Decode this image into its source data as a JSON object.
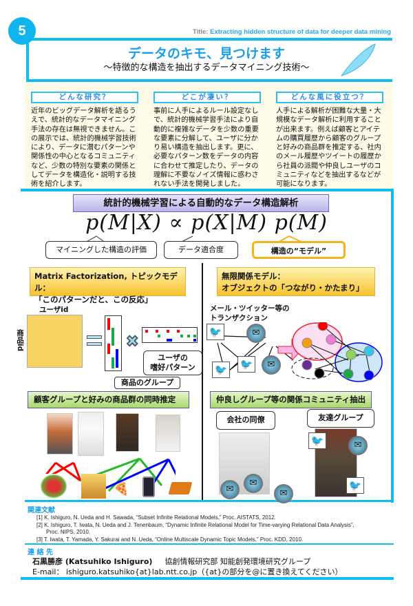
{
  "header": {
    "number": "5",
    "title_label": "Title:",
    "title_en": "Extracting hidden structure of data for deeper data mining",
    "title": "データのキモ、見つけます",
    "subtitle": "～特徴的な構造を抽出するデータマイニング技術～"
  },
  "columns": [
    {
      "heading": "どんな研究？",
      "text": "近年のビッグデータ解析を語るうえで、統計的なデータマイニング手法の存在は無視できません。この展示では、統計的機械学習技術により、データに潜むパターンや関係性の中心となるコミュニティなど、少数の特別な要素の関係としてデータを構造化・説明する技術を紹介します。"
    },
    {
      "heading": "どこが凄い？",
      "text": "事前に人手によるルール設定なしで、統計的機械学習手法により自動的に複雑なデータを少数の重要な要素に分解して、ユーザに分かり易い構造を抽出します。更に、必要なパターン数をデータの内容に合わせて推定したり、データの理解に不要なノイズ情報に惑わされない手法を開発しました。"
    },
    {
      "heading": "どんな風に役立つ？",
      "text": "人手による解析が困難な大量・大規模なデータ解析に利用することが出来ます。例えば顧客とアイテムの購買履歴から顧客のグループと好みの商品群を推定する、社内のメール履歴やツイートの履歴から社員の派閥や仲良しユーザのコミュニティなどを抽出するなどが可能になります。"
    }
  ],
  "main": {
    "banner": "統計的機械学習による自動的なデータ構造解析",
    "formula": "p(M|X) ∝ p(X|M) p(M)",
    "callouts": [
      "マイニングした構造の評価",
      "データ適合度",
      "構造の“モデル”"
    ],
    "left": {
      "heading_line1": "Matrix Factorization, トピックモデル：",
      "heading_line2": "「このパターンだと、この反応」",
      "user_id": "ユーザid",
      "item_id": "商品id",
      "user_pattern": "ユーザの\n嗜好パターン",
      "item_group": "商品のグループ",
      "banner": "顧客グループと好みの商品群の同時推定"
    },
    "right": {
      "heading_line1": "無限関係モデル：",
      "heading_line2": "オブジェクトの「つながり・かたまり」",
      "transactions": "メール・ツイッター等の\nトランザクション",
      "banner": "仲良しグループ等の関係コミュニティ抽出",
      "colleagues": "会社の同僚",
      "friends": "友達グループ"
    }
  },
  "references": {
    "heading": "関連文献",
    "items": [
      "[1] K. Ishiguro, N. Ueda and H. Sawada, “Subset Infinite Relational Models,” Proc. AISTATS, 2012.",
      "[2] K. Ishiguro, T. Iwata, N. Ueda and J. Tenenbaum, “Dynamic Infinite Relational Model for Time-varying Relational Data Analysis”,",
      "Proc. NIPS, 2010.",
      "[3] T. Iwata, T. Yamada, Y. Sakurai and N. Ueda, “Online Multiscale Dynamic Topic Models,” Proc. KDD, 2010."
    ]
  },
  "contact": {
    "heading": "連 絡 先",
    "name": "石黒勝彦 (Katsuhiko Ishiguro)",
    "affiliation": "協創情報研究部 知能創発環境研究グループ",
    "email": "E-mail： ishiguro.katsuhiko{at}lab.ntt.co.jp（{at}の部分を@に置き換えてください）"
  },
  "colors": {
    "accent": "#11bdf0",
    "title": "#1a9ee8"
  }
}
